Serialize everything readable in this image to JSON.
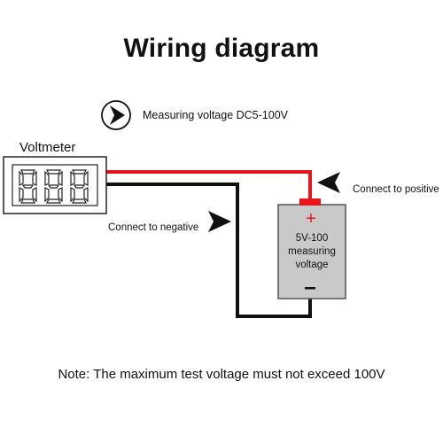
{
  "title": "Wiring diagram",
  "range_note": "Measuring voltage DC5-100V",
  "voltmeter": {
    "label": "Voltmeter",
    "display_digits": [
      "8",
      "8",
      "8"
    ]
  },
  "source": {
    "label_line1": "5V-100",
    "label_line2": "measuring",
    "label_line3": "voltage",
    "plus_symbol": "+",
    "minus_symbol": "−"
  },
  "callouts": {
    "positive": "Connect to positive",
    "negative": "Connect to negative"
  },
  "footer_note": "Note: The maximum test voltage must not exceed 100V",
  "colors": {
    "positive_wire": "#e8141b",
    "negative_wire": "#111111",
    "source_box": "#c9c9c9",
    "plus_sign": "#e8141b"
  }
}
